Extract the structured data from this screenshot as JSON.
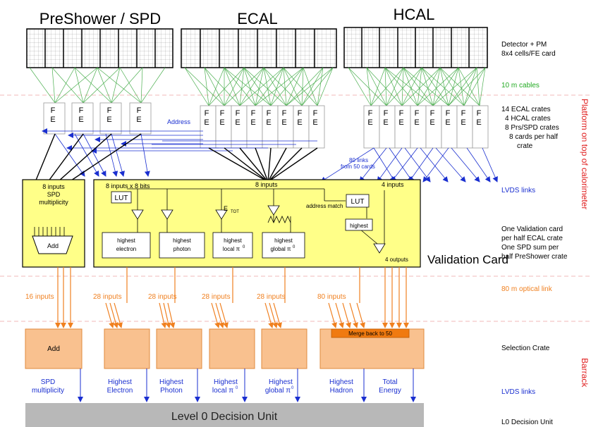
{
  "titles": {
    "preshower": "PreShower / SPD",
    "ecal": "ECAL",
    "hcal": "HCAL"
  },
  "right_notes": {
    "detector_line1": "Detector + PM",
    "detector_line2": "8x4 cells/FE card",
    "cables": "10 m cables",
    "crates_line1": "14 ECAL crates",
    "crates_line2": "4 HCAL crates",
    "crates_line3": "8 Prs/SPD crates",
    "crates_line4": "8 cards per half",
    "crates_line5": "crate",
    "lvds_links": "LVDS links",
    "validation_line1": "One Validation card",
    "validation_line2": "per half ECAL crate",
    "validation_line3": "One SPD sum per",
    "validation_line4": "half PreShower crate",
    "optical_link": "80 m optical link",
    "selection_crate": "Selection Crate",
    "lvds_links_2": "LVDS links",
    "l0du": "L0 Decision Unit",
    "platform": "Platform on top of calorimeter",
    "barrack": "Barrack"
  },
  "colors": {
    "green_line": "#4caf50",
    "blue": "#1a2fd0",
    "orange": "#f08020",
    "selection_fill": "#f9c18f",
    "merge_fill": "#f07a10",
    "validation_fill": "#ffff88",
    "red_text": "#e02020",
    "gray_bar": "#b8b8b8"
  },
  "fe": {
    "top": "F",
    "bottom": "E"
  },
  "address": "Address",
  "links80_line1": "80 links",
  "links80_line2": "from 50 cards",
  "spd_box": {
    "line1": "8 inputs",
    "line2": "SPD",
    "line3": "multiplicity",
    "add": "Add"
  },
  "validation": {
    "inputs_8x8": "8 inputs x 8 bits",
    "inputs_8": "8 inputs",
    "inputs_4": "4 inputs",
    "lut1": "LUT",
    "lut2": "LUT",
    "etot_e": "E",
    "etot_sub": "TOT",
    "address_match": "address match",
    "highest_electron_1": "highest",
    "highest_electron_2": "electron",
    "highest_photon_1": "highest",
    "highest_photon_2": "photon",
    "highest_local_1": "highest",
    "highest_local_2": "local π",
    "highest_global_1": "highest",
    "highest_global_2": "global π",
    "highest_h": "highest",
    "outputs": "4 outputs",
    "label": "Validation Card",
    "pi_sup": "0"
  },
  "optical": {
    "in16": "16 inputs",
    "in28_a": "28 inputs",
    "in28_b": "28 inputs",
    "in28_c": "28 inputs",
    "in28_d": "28 inputs",
    "in80": "80 inputs"
  },
  "selection": {
    "add": "Add",
    "merge": "Merge back to 50"
  },
  "outputs": {
    "spd_1": "SPD",
    "spd_2": "multiplicity",
    "electron_1": "Highest",
    "electron_2": "Electron",
    "photon_1": "Highest",
    "photon_2": "Photon",
    "local_1": "Highest",
    "local_2": "local π",
    "global_1": "Highest",
    "global_2": "global π",
    "hadron_1": "Highest",
    "hadron_2": "Hadron",
    "energy_1": "Total",
    "energy_2": "Energy",
    "pi_sup": "0"
  },
  "l0du_bar": "Level 0 Decision Unit"
}
